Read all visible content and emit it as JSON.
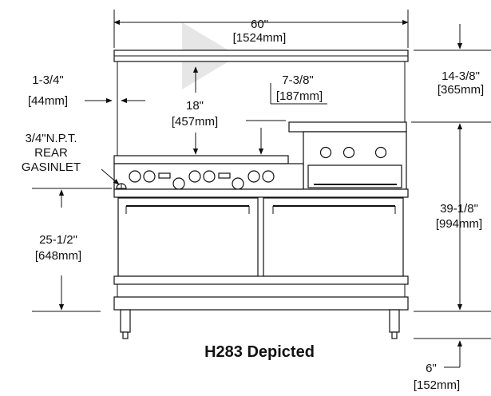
{
  "dims": {
    "width_in": "60\"",
    "width_mm": "[1524mm]",
    "backguard_in": "14-3/8\"",
    "backguard_mm": "[365mm]",
    "side_in": "1-3/4\"",
    "side_mm": "[44mm]",
    "top_in": "18\"",
    "top_mm": "[457mm]",
    "griddle_in": "7-3/8\"",
    "griddle_mm": "[187mm]",
    "height_in": "39-1/8\"",
    "height_mm": "[994mm]",
    "inlet_height_in": "25-1/2\"",
    "inlet_height_mm": "[648mm]",
    "legs_in": "6\"",
    "legs_mm": "[152mm]"
  },
  "gas_inlet": {
    "line1": "3/4\"N.P.T.",
    "line2": "REAR",
    "line3": "GASINLET"
  },
  "caption": "H283 Depicted",
  "watermark": {
    "color": "#e6e6e6"
  }
}
